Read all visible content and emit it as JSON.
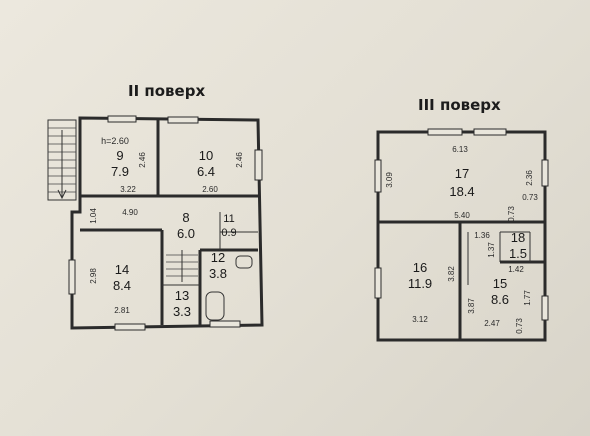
{
  "floors": [
    {
      "title": "II поверх",
      "height_note": "h=2.60",
      "rooms": [
        {
          "number": "9",
          "area": "7.9"
        },
        {
          "number": "10",
          "area": "6.4"
        },
        {
          "number": "8",
          "area": "6.0"
        },
        {
          "number": "11",
          "area": "0.9"
        },
        {
          "number": "12",
          "area": "3.8"
        },
        {
          "number": "14",
          "area": "8.4"
        },
        {
          "number": "13",
          "area": "3.3"
        }
      ],
      "dimensions": [
        "2.46",
        "2.46",
        "3.22",
        "2.60",
        "4.90",
        "1.04",
        "2.98",
        "2.81"
      ]
    },
    {
      "title": "III поверх",
      "rooms": [
        {
          "number": "17",
          "area": "18.4"
        },
        {
          "number": "18",
          "area": "1.5"
        },
        {
          "number": "16",
          "area": "11.9"
        },
        {
          "number": "15",
          "area": "8.6"
        }
      ],
      "dimensions": [
        "6.13",
        "3.09",
        "2.36",
        "0.73",
        "5.40",
        "0.73",
        "1.36",
        "1.37",
        "3.82",
        "1.42",
        "3.87",
        "1.77",
        "3.12",
        "2.47",
        "0.73"
      ]
    }
  ]
}
